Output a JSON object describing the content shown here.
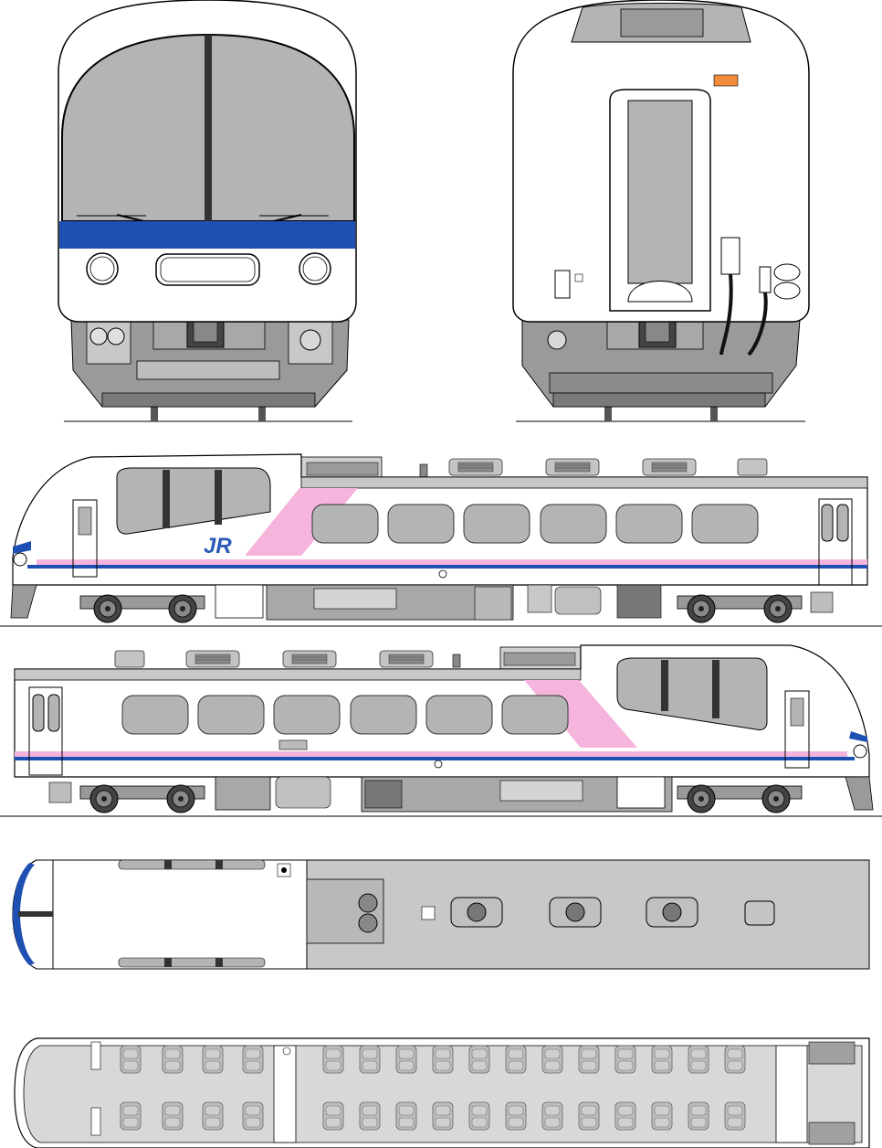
{
  "logo": {
    "text": "JR",
    "color": "#2a5ab8"
  },
  "colors": {
    "body": "#ffffff",
    "window": "#b4b4b4",
    "roof": "#c8c8c8",
    "blue_stripe": "#1e50b4",
    "pink_stripe": "#f5b4dc",
    "underframe": "#a0a0a0",
    "outline": "#000000"
  },
  "views": {
    "front": "front-view",
    "rear": "rear-view",
    "side_left": "side-view-upper",
    "side_right": "side-view-lower",
    "roof": "roof-plan",
    "floor": "floor-plan"
  }
}
